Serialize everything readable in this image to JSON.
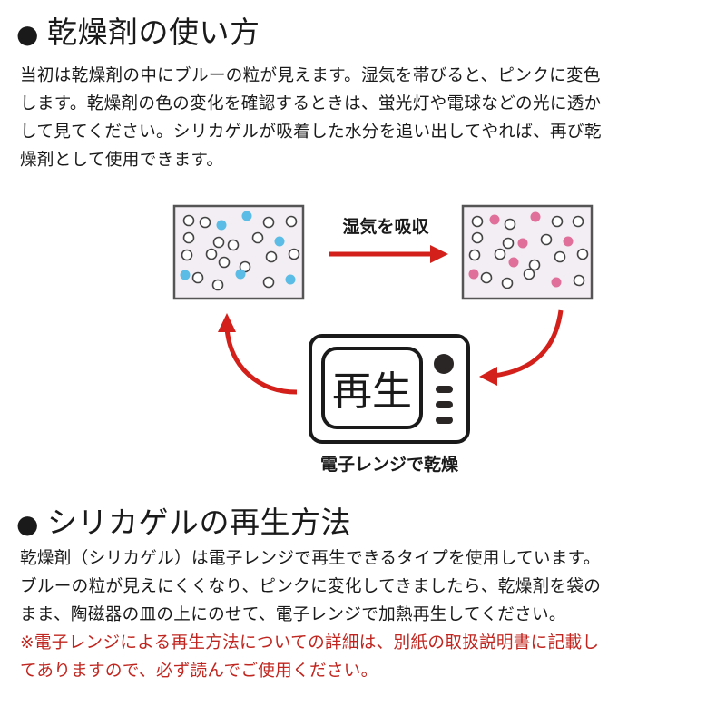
{
  "section1": {
    "bullet": "●",
    "title": "乾燥剤の使い方",
    "lines": [
      "当初は乾燥剤の中にブルーの粒が見えます。湿気を帯びると、ピンクに変色",
      "します。乾燥剤の色の変化を確認するときは、蛍光灯や電球などの光に透か",
      "して見てください。シリカゲルが吸着した水分を追い出してやれば、再び乾",
      "燥剤として使用できます。"
    ]
  },
  "diagram": {
    "arrow_label": "湿気を吸収",
    "microwave_label": "再生",
    "caption": "電子レンジで乾燥",
    "colors": {
      "blue": "#5bbde6",
      "pink": "#e0709a",
      "box_fill": "#f3eef3",
      "red": "#d4201a"
    }
  },
  "section2": {
    "bullet": "●",
    "title": "シリカゲルの再生方法",
    "lines": [
      "乾燥剤（シリカゲル）は電子レンジで再生できるタイプを使用しています。",
      "ブルーの粒が見えにくくなり、ピンクに変化してきましたら、乾燥剤を袋の",
      "まま、陶磁器の皿の上にのせて、電子レンジで加熱再生してください。"
    ],
    "note_lines": [
      "※電子レンジによる再生方法についての詳細は、別紙の取扱説明書に記載し",
      "てありますので、必ず読んでご使用ください。"
    ]
  }
}
